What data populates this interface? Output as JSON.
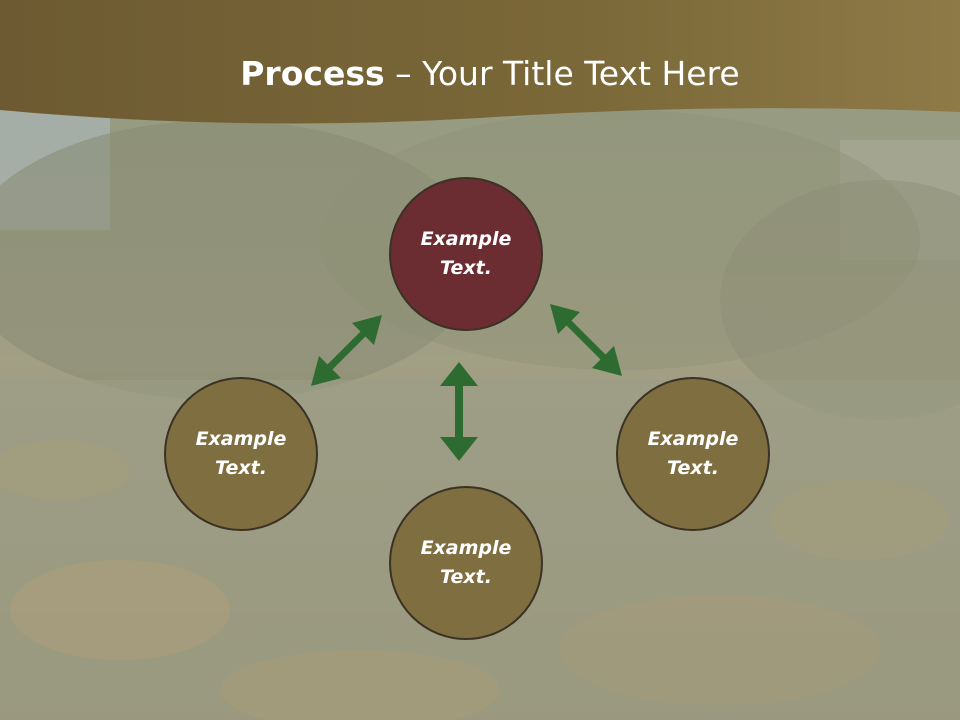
{
  "slide": {
    "title_bold": "Process",
    "title_rest": " – Your Title Text Here"
  },
  "diagram": {
    "top": "Example\nText.",
    "left": "Example\nText.",
    "right": "Example\nText.",
    "bottom": "Example\nText."
  },
  "colors": {
    "header": "#806b3c",
    "main_circle": "#6b2d31",
    "sub_circle": "#7f6e3f",
    "arrow": "#2e6b30"
  }
}
